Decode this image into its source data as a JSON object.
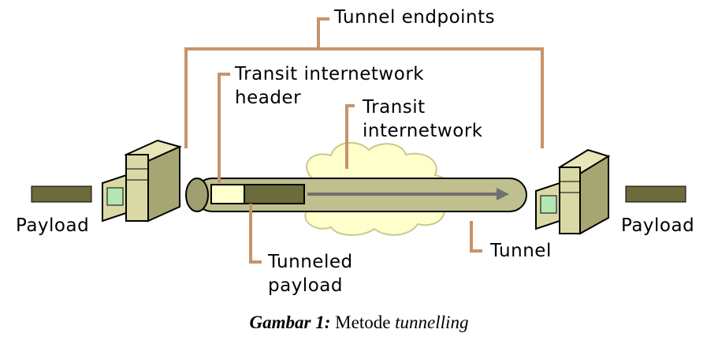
{
  "labels": {
    "tunnel_endpoints": "Tunnel endpoints",
    "transit_header_line1": "Transit internetwork",
    "transit_header_line2": "header",
    "transit_internetwork_line1": "Transit",
    "transit_internetwork_line2": "internetwork",
    "payload_left": "Payload",
    "payload_right": "Payload",
    "tunneled_payload_line1": "Tunneled",
    "tunneled_payload_line2": "payload",
    "tunnel": "Tunnel"
  },
  "caption": {
    "label": "Gambar 1:",
    "text": "Metode",
    "italic": "tunnelling"
  },
  "colors": {
    "leader": "#C8936A",
    "cloud": "#FFFFCC",
    "tube": "#BFBF8F",
    "tube_dark": "#8F8F5F",
    "payload_block": "#6B6B3B",
    "header_block": "#FFFFCC",
    "computer_face": "#D9D9A6",
    "computer_side": "#A6A673",
    "screen": "#B3E6B3",
    "arrow": "#707070"
  }
}
